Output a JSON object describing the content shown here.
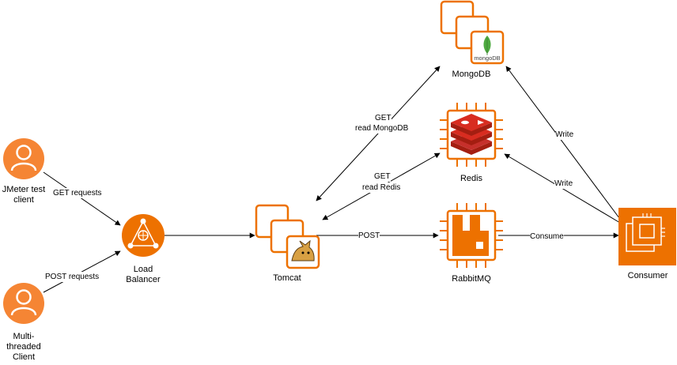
{
  "nodes": {
    "jmeter": {
      "label": "JMeter test client"
    },
    "multi": {
      "label": "Multi-threaded Client"
    },
    "lb": {
      "label": "Load Balancer"
    },
    "tomcat": {
      "label": "Tomcat"
    },
    "mongodb": {
      "label": "MongoDB",
      "logo_text": "mongoDB"
    },
    "redis": {
      "label": "Redis"
    },
    "rabbitmq": {
      "label": "RabbitMQ"
    },
    "consumer": {
      "label": "Consumer"
    }
  },
  "edges": {
    "get_requests": "GET requests",
    "post_requests": "POST requests",
    "get_mongo_1": "GET",
    "get_mongo_2": "read MongoDB",
    "get_redis_1": "GET",
    "get_redis_2": "read Redis",
    "post": "POST",
    "consume": "Consume",
    "write_mongo": "Write",
    "write_redis": "Write"
  },
  "colors": {
    "aws_orange": "#ED7100",
    "user_orange": "#F58534",
    "redis_red": "#C6302B",
    "mongo_green": "#4FAA41",
    "line": "#000000"
  }
}
